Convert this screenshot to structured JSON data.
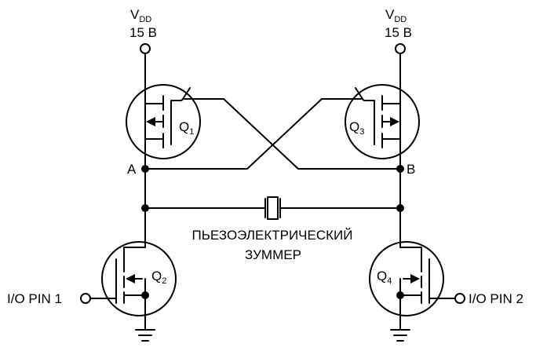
{
  "supply_left": {
    "main": "V",
    "sub": "DD",
    "voltage": "15 В"
  },
  "supply_right": {
    "main": "V",
    "sub": "DD",
    "voltage": "15 В"
  },
  "transistors": {
    "q1": {
      "main": "Q",
      "sub": "1"
    },
    "q2": {
      "main": "Q",
      "sub": "2"
    },
    "q3": {
      "main": "Q",
      "sub": "3"
    },
    "q4": {
      "main": "Q",
      "sub": "4"
    }
  },
  "nodes": {
    "a": "A",
    "b": "B"
  },
  "buzzer_label": {
    "line1": "ПЬЕЗОЭЛЕКТРИЧЕСКИЙ",
    "line2": "ЗУММЕР"
  },
  "io_pins": {
    "pin1": "I/O PIN 1",
    "pin2": "I/O PIN 2"
  }
}
